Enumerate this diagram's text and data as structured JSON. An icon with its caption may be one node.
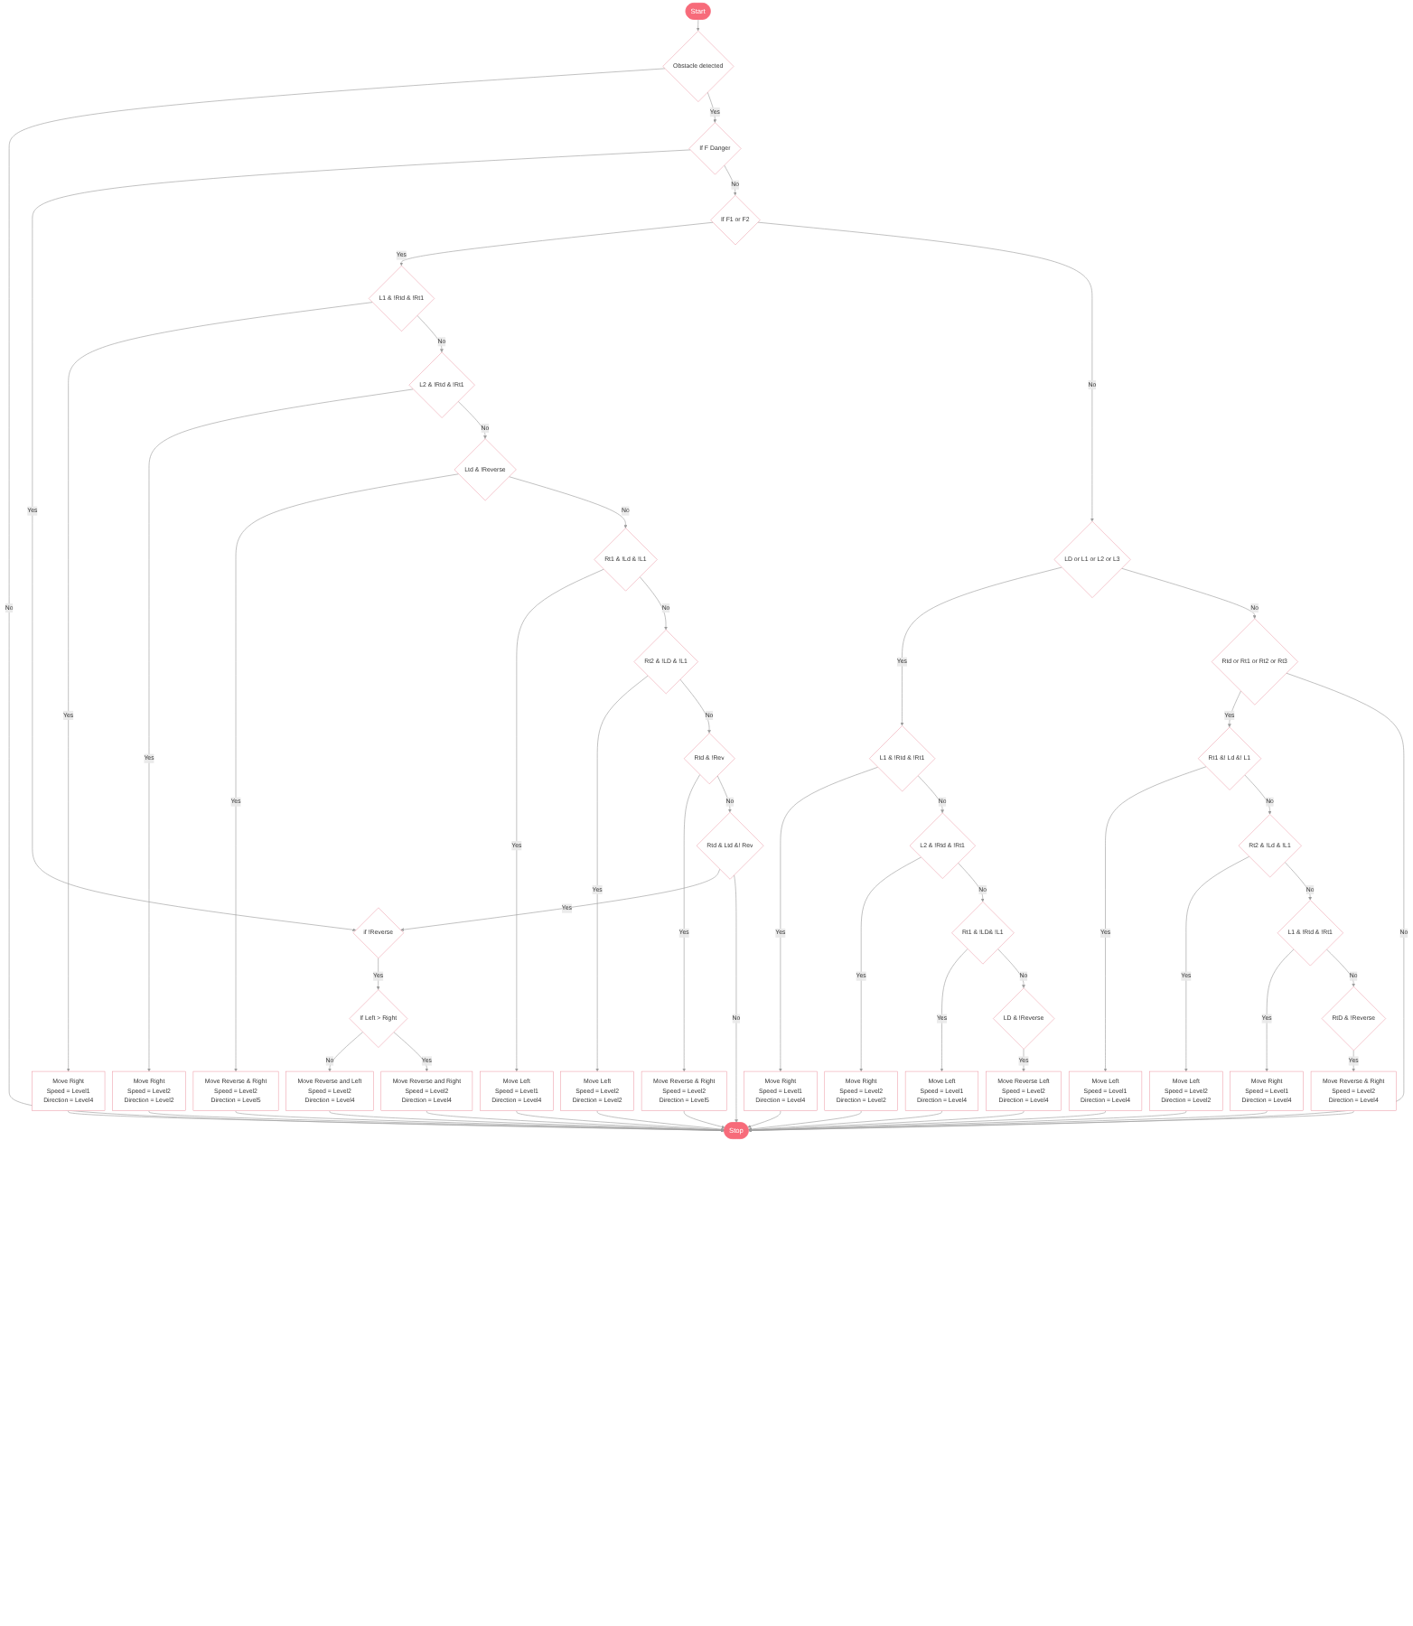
{
  "diagram": {
    "nodes": [
      {
        "text": [
          "Start"
        ]
      },
      {
        "text": [
          "Obstacle detected"
        ]
      },
      {
        "text": [
          "If F Danger"
        ]
      },
      {
        "text": [
          "if !Reverse"
        ]
      },
      {
        "text": [
          "If Left > Right"
        ]
      },
      {
        "text": [
          "Move Reverse and Left",
          "Speed = Level2",
          "Direction = Level4"
        ]
      },
      {
        "text": [
          "Move Reverse and Right",
          "Speed = Level2",
          "Direction = Level4"
        ]
      },
      {
        "text": [
          "If F1 or F2"
        ]
      },
      {
        "text": [
          "L1 & !Rtd & !Rt1"
        ]
      },
      {
        "text": [
          "Move Right",
          "Speed = Level1",
          "Direction = Level4"
        ]
      },
      {
        "text": [
          "L2 & !Rtd & !Rt1"
        ]
      },
      {
        "text": [
          "Move Right",
          "Speed = Level2",
          "Direction = Level2"
        ]
      },
      {
        "text": [
          "Ltd & !Reverse"
        ]
      },
      {
        "text": [
          "Move Reverse & Right",
          "Speed = Level2",
          "Direction = Level5"
        ]
      },
      {
        "text": [
          "Rt1 & !Ld & !L1"
        ]
      },
      {
        "text": [
          "Move Left",
          "Speed = Level1",
          "Direction = Level4"
        ]
      },
      {
        "text": [
          "Rt2 & !LD & !L1"
        ]
      },
      {
        "text": [
          "Move Left",
          "Speed = Level2",
          "Direction = Level2"
        ]
      },
      {
        "text": [
          "Rtd & !Rev"
        ]
      },
      {
        "text": [
          "Move Reverse & Right",
          "Speed = Level2",
          "Direction = Level5"
        ]
      },
      {
        "text": [
          "Rtd & Ltd &! Rev"
        ]
      },
      {
        "text": [
          "LD or L1 or L2 or L3"
        ]
      },
      {
        "text": [
          "L1 & !Rtd & !Rt1"
        ]
      },
      {
        "text": [
          "Move Right",
          "Speed = Level1",
          "Direction = Level4"
        ]
      },
      {
        "text": [
          "L2 & !Rtd & !Rt1"
        ]
      },
      {
        "text": [
          "Move Right",
          "Speed = Level2",
          "Direction = Level2"
        ]
      },
      {
        "text": [
          "Rt1 & !LD& !L1"
        ]
      },
      {
        "text": [
          "Move Left",
          "Speed = Level1",
          "Direction = Level4"
        ]
      },
      {
        "text": [
          "LD & !Reverse"
        ]
      },
      {
        "text": [
          "Move Reverse Left",
          "Speed = Level2",
          "Direction = Level4"
        ]
      },
      {
        "text": [
          "Rtd or Rt1 or Rt2 or Rt3"
        ]
      },
      {
        "text": [
          "Rt1 &! Ld &! L1"
        ]
      },
      {
        "text": [
          "Move Left",
          "Speed = Level1",
          "Direction = Level4"
        ]
      },
      {
        "text": [
          "Rt2 & !Ld & !L1"
        ]
      },
      {
        "text": [
          "Move Left",
          "Speed = Level2",
          "Direction = Level2"
        ]
      },
      {
        "text": [
          "L1 & !Rtd & !Rt1"
        ]
      },
      {
        "text": [
          "Move Right",
          "Speed = Level1",
          "Direction = Level4"
        ]
      },
      {
        "text": [
          "RtD & !Reverse"
        ]
      },
      {
        "text": [
          "Move Reverse & Right",
          "Speed = Level2",
          "Direction = Level4"
        ]
      },
      {
        "text": [
          "Stop"
        ]
      }
    ],
    "edges": [
      {
        "from": 0,
        "to": 1,
        "arrow": "to"
      },
      {
        "from": 1,
        "to": 39,
        "arrow": "to",
        "label": "No"
      },
      {
        "from": 1,
        "to": 2,
        "arrow": "to",
        "label": "Yes"
      },
      {
        "from": 2,
        "to": 3,
        "arrow": "to",
        "label": "Yes"
      },
      {
        "from": 2,
        "to": 7,
        "arrow": "to",
        "label": "No"
      },
      {
        "from": 3,
        "to": 4,
        "arrow": "to",
        "label": "Yes"
      },
      {
        "from": 4,
        "to": 5,
        "arrow": "to",
        "label": "No"
      },
      {
        "from": 4,
        "to": 6,
        "arrow": "to",
        "label": "Yes"
      },
      {
        "from": 5,
        "to": 39,
        "arrow": "to"
      },
      {
        "from": 6,
        "to": 39,
        "arrow": "to"
      },
      {
        "from": 7,
        "to": 8,
        "arrow": "to",
        "label": "Yes"
      },
      {
        "from": 7,
        "to": 21,
        "arrow": "to",
        "label": "No"
      },
      {
        "from": 8,
        "to": 9,
        "arrow": "to",
        "label": "Yes"
      },
      {
        "from": 8,
        "to": 10,
        "arrow": "to",
        "label": "No"
      },
      {
        "from": 9,
        "to": 39,
        "arrow": "to"
      },
      {
        "from": 10,
        "to": 11,
        "arrow": "to",
        "label": "Yes"
      },
      {
        "from": 10,
        "to": 12,
        "arrow": "to",
        "label": "No"
      },
      {
        "from": 11,
        "to": 39,
        "arrow": "to"
      },
      {
        "from": 12,
        "to": 13,
        "arrow": "to",
        "label": "Yes"
      },
      {
        "from": 12,
        "to": 14,
        "arrow": "to",
        "label": "No"
      },
      {
        "from": 13,
        "to": 39,
        "arrow": "to"
      },
      {
        "from": 14,
        "to": 15,
        "arrow": "to",
        "label": "Yes"
      },
      {
        "from": 14,
        "to": 16,
        "arrow": "to",
        "label": "No"
      },
      {
        "from": 15,
        "to": 39,
        "arrow": "to"
      },
      {
        "from": 16,
        "to": 17,
        "arrow": "to",
        "label": "Yes"
      },
      {
        "from": 16,
        "to": 18,
        "arrow": "to",
        "label": "No"
      },
      {
        "from": 17,
        "to": 39,
        "arrow": "to"
      },
      {
        "from": 18,
        "to": 19,
        "arrow": "to",
        "label": "Yes"
      },
      {
        "from": 18,
        "to": 20,
        "arrow": "to",
        "label": "No"
      },
      {
        "from": 19,
        "to": 39,
        "arrow": "to"
      },
      {
        "from": 20,
        "to": 3,
        "arrow": "to",
        "label": "Yes"
      },
      {
        "from": 20,
        "to": 39,
        "arrow": "to",
        "label": "No"
      },
      {
        "from": 21,
        "to": 22,
        "arrow": "to",
        "label": "Yes"
      },
      {
        "from": 21,
        "to": 30,
        "arrow": "to",
        "label": "No"
      },
      {
        "from": 22,
        "to": 23,
        "arrow": "to",
        "label": "Yes"
      },
      {
        "from": 22,
        "to": 24,
        "arrow": "to",
        "label": "No"
      },
      {
        "from": 23,
        "to": 39,
        "arrow": "to"
      },
      {
        "from": 24,
        "to": 25,
        "arrow": "to",
        "label": "Yes"
      },
      {
        "from": 24,
        "to": 26,
        "arrow": "to",
        "label": "No"
      },
      {
        "from": 25,
        "to": 39,
        "arrow": "to"
      },
      {
        "from": 26,
        "to": 27,
        "arrow": "to",
        "label": "Yes"
      },
      {
        "from": 26,
        "to": 28,
        "arrow": "to",
        "label": "No"
      },
      {
        "from": 27,
        "to": 39,
        "arrow": "to"
      },
      {
        "from": 28,
        "to": 29,
        "arrow": "to",
        "label": "Yes"
      },
      {
        "from": 29,
        "to": 39,
        "arrow": "to"
      },
      {
        "from": 30,
        "to": 31,
        "arrow": "to",
        "label": "Yes"
      },
      {
        "from": 30,
        "to": 39,
        "arrow": "to",
        "label": "No"
      },
      {
        "from": 31,
        "to": 32,
        "arrow": "to",
        "label": "Yes"
      },
      {
        "from": 31,
        "to": 33,
        "arrow": "to",
        "label": "No"
      },
      {
        "from": 32,
        "to": 39,
        "arrow": "to"
      },
      {
        "from": 33,
        "to": 34,
        "arrow": "to",
        "label": "Yes"
      },
      {
        "from": 33,
        "to": 35,
        "arrow": "to",
        "label": "No"
      },
      {
        "from": 34,
        "to": 39,
        "arrow": "to"
      },
      {
        "from": 35,
        "to": 36,
        "arrow": "to",
        "label": "Yes"
      },
      {
        "from": 35,
        "to": 37,
        "arrow": "to",
        "label": "No"
      },
      {
        "from": 36,
        "to": 39,
        "arrow": "to"
      },
      {
        "from": 37,
        "to": 38,
        "arrow": "to",
        "label": "Yes"
      },
      {
        "from": 38,
        "to": 39,
        "arrow": "to"
      }
    ]
  }
}
